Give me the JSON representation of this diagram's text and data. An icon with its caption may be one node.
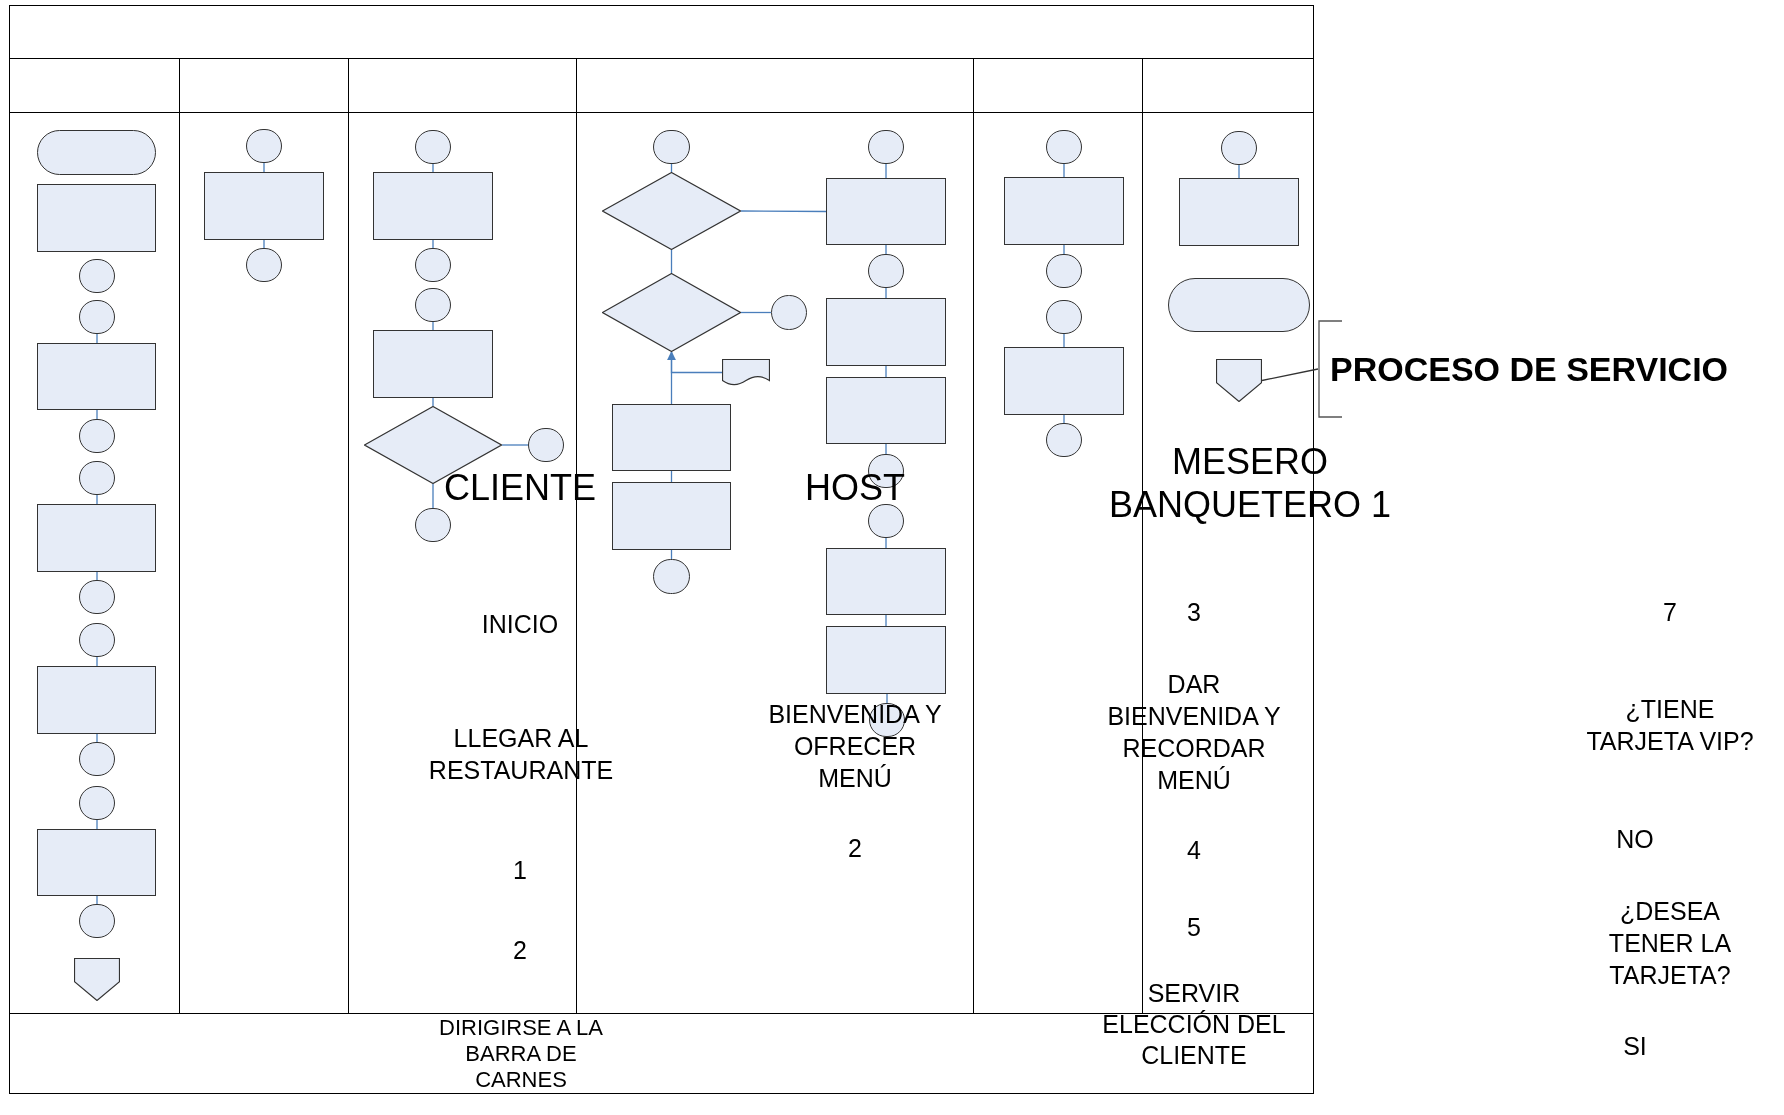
{
  "diagram": {
    "nodes": [
      {
        "text": [],
        "shape": "terminator"
      },
      {
        "text": [],
        "shape": "box"
      },
      {
        "text": [],
        "shape": "circle"
      },
      {
        "text": [],
        "shape": "circle"
      },
      {
        "text": [],
        "shape": "box"
      },
      {
        "text": [],
        "shape": "circle"
      },
      {
        "text": [],
        "shape": "circle"
      },
      {
        "text": [],
        "shape": "box"
      },
      {
        "text": [],
        "shape": "circle"
      },
      {
        "text": [],
        "shape": "circle"
      },
      {
        "text": [],
        "shape": "box"
      },
      {
        "text": [],
        "shape": "circle"
      },
      {
        "text": [],
        "shape": "circle"
      },
      {
        "text": [],
        "shape": "box"
      },
      {
        "text": [],
        "shape": "circle"
      },
      {
        "text": [],
        "shape": "pentagon"
      },
      {
        "text": [],
        "shape": "circle"
      },
      {
        "text": [],
        "shape": "box"
      },
      {
        "text": [],
        "shape": "circle"
      },
      {
        "text": [],
        "shape": "circle"
      },
      {
        "text": [],
        "shape": "box"
      },
      {
        "text": [],
        "shape": "circle"
      },
      {
        "text": [],
        "shape": "circle"
      },
      {
        "text": [],
        "shape": "box"
      },
      {
        "text": [],
        "shape": "diamond"
      },
      {
        "text": [],
        "shape": "circle"
      },
      {
        "text": [],
        "shape": "circle"
      },
      {
        "text": [],
        "shape": "circle"
      },
      {
        "text": [],
        "shape": "diamond"
      },
      {
        "text": [],
        "shape": "diamond"
      },
      {
        "text": [],
        "shape": "circle"
      },
      {
        "text": [],
        "shape": "document"
      },
      {
        "text": [],
        "shape": "box"
      },
      {
        "text": [],
        "shape": "box"
      },
      {
        "text": [],
        "shape": "circle"
      },
      {
        "text": [],
        "shape": "circle"
      },
      {
        "text": [],
        "shape": "box"
      },
      {
        "text": [],
        "shape": "circle"
      },
      {
        "text": [],
        "shape": "box"
      },
      {
        "text": [],
        "shape": "box"
      },
      {
        "text": [],
        "shape": "circle"
      },
      {
        "text": [],
        "shape": "circle"
      },
      {
        "text": [],
        "shape": "box"
      },
      {
        "text": [],
        "shape": "box"
      },
      {
        "text": [],
        "shape": "circle"
      },
      {
        "text": [],
        "shape": "circle"
      },
      {
        "text": [],
        "shape": "box"
      },
      {
        "text": [],
        "shape": "circle"
      },
      {
        "text": [],
        "shape": "circle"
      },
      {
        "text": [],
        "shape": "box"
      },
      {
        "text": [],
        "shape": "circle"
      },
      {
        "text": [],
        "shape": "circle"
      },
      {
        "text": [],
        "shape": "box"
      },
      {
        "text": [],
        "shape": "terminator"
      },
      {
        "text": [],
        "shape": "pentagon"
      },
      {
        "text": [
          "PROCESO DE SERVICIO"
        ]
      }
    ],
    "edges": [
      {
        "from": 3,
        "to": 4,
        "arrow": "none"
      },
      {
        "from": 4,
        "to": 5,
        "arrow": "none"
      },
      {
        "from": 6,
        "to": 7,
        "arrow": "none"
      },
      {
        "from": 7,
        "to": 8,
        "arrow": "none"
      },
      {
        "from": 9,
        "to": 10,
        "arrow": "none"
      },
      {
        "from": 10,
        "to": 11,
        "arrow": "none"
      },
      {
        "from": 12,
        "to": 13,
        "arrow": "none"
      },
      {
        "from": 13,
        "to": 14,
        "arrow": "none"
      },
      {
        "from": 16,
        "to": 17,
        "arrow": "none"
      },
      {
        "from": 17,
        "to": 18,
        "arrow": "none"
      },
      {
        "from": 19,
        "to": 20,
        "arrow": "none"
      },
      {
        "from": 20,
        "to": 21,
        "arrow": "none"
      },
      {
        "from": 22,
        "to": 23,
        "arrow": "none"
      },
      {
        "from": 23,
        "to": 24,
        "arrow": "none"
      },
      {
        "from": 24,
        "to": 25,
        "arrow": "none"
      },
      {
        "from": 24,
        "to": 26,
        "arrow": "none"
      },
      {
        "from": 27,
        "to": 28,
        "arrow": "none"
      },
      {
        "from": 28,
        "to": 36,
        "arrow": "none"
      },
      {
        "from": 28,
        "to": 29,
        "arrow": "none"
      },
      {
        "from": 29,
        "to": 30,
        "arrow": "none"
      },
      {
        "from": 29,
        "to": 32,
        "arrow": "none"
      },
      {
        "from": 31,
        "to": 29,
        "arrow": "to"
      },
      {
        "from": 32,
        "to": 33,
        "arrow": "none"
      },
      {
        "from": 33,
        "to": 34,
        "arrow": "none"
      },
      {
        "from": 35,
        "to": 36,
        "arrow": "none"
      },
      {
        "from": 36,
        "to": 37,
        "arrow": "none"
      },
      {
        "from": 37,
        "to": 38,
        "arrow": "none"
      },
      {
        "from": 38,
        "to": 39,
        "arrow": "none"
      },
      {
        "from": 39,
        "to": 40,
        "arrow": "none"
      },
      {
        "from": 41,
        "to": 42,
        "arrow": "none"
      },
      {
        "from": 42,
        "to": 43,
        "arrow": "none"
      },
      {
        "from": 43,
        "to": 44,
        "arrow": "none"
      },
      {
        "from": 45,
        "to": 46,
        "arrow": "none"
      },
      {
        "from": 46,
        "to": 47,
        "arrow": "none"
      },
      {
        "from": 48,
        "to": 49,
        "arrow": "none"
      },
      {
        "from": 49,
        "to": 50,
        "arrow": "none"
      },
      {
        "from": 51,
        "to": 52,
        "arrow": "none"
      },
      {
        "from": 54,
        "to": 55,
        "arrow": "none",
        "color": "#333333"
      }
    ],
    "labels": [
      "MESERO BANQUETERO 1",
      "CLIENTE",
      "HOST",
      "INICIO",
      "3",
      "7",
      "DAR BIENVENIDA Y RECORDAR MENÚ",
      "LLEGAR AL RESTAURANTE",
      "BIENVENIDA Y OFRECER MENÚ",
      "¿TIENE TARJETA VIP?",
      "NO",
      "2",
      "4",
      "1",
      "5",
      "¿DESEA TENER LA TARJETA?",
      "2",
      "DIRIGIRSE A LA BARRA DE CARNES",
      "SERVIR ELECCIÓN DEL CLIENTE",
      "SI"
    ]
  }
}
